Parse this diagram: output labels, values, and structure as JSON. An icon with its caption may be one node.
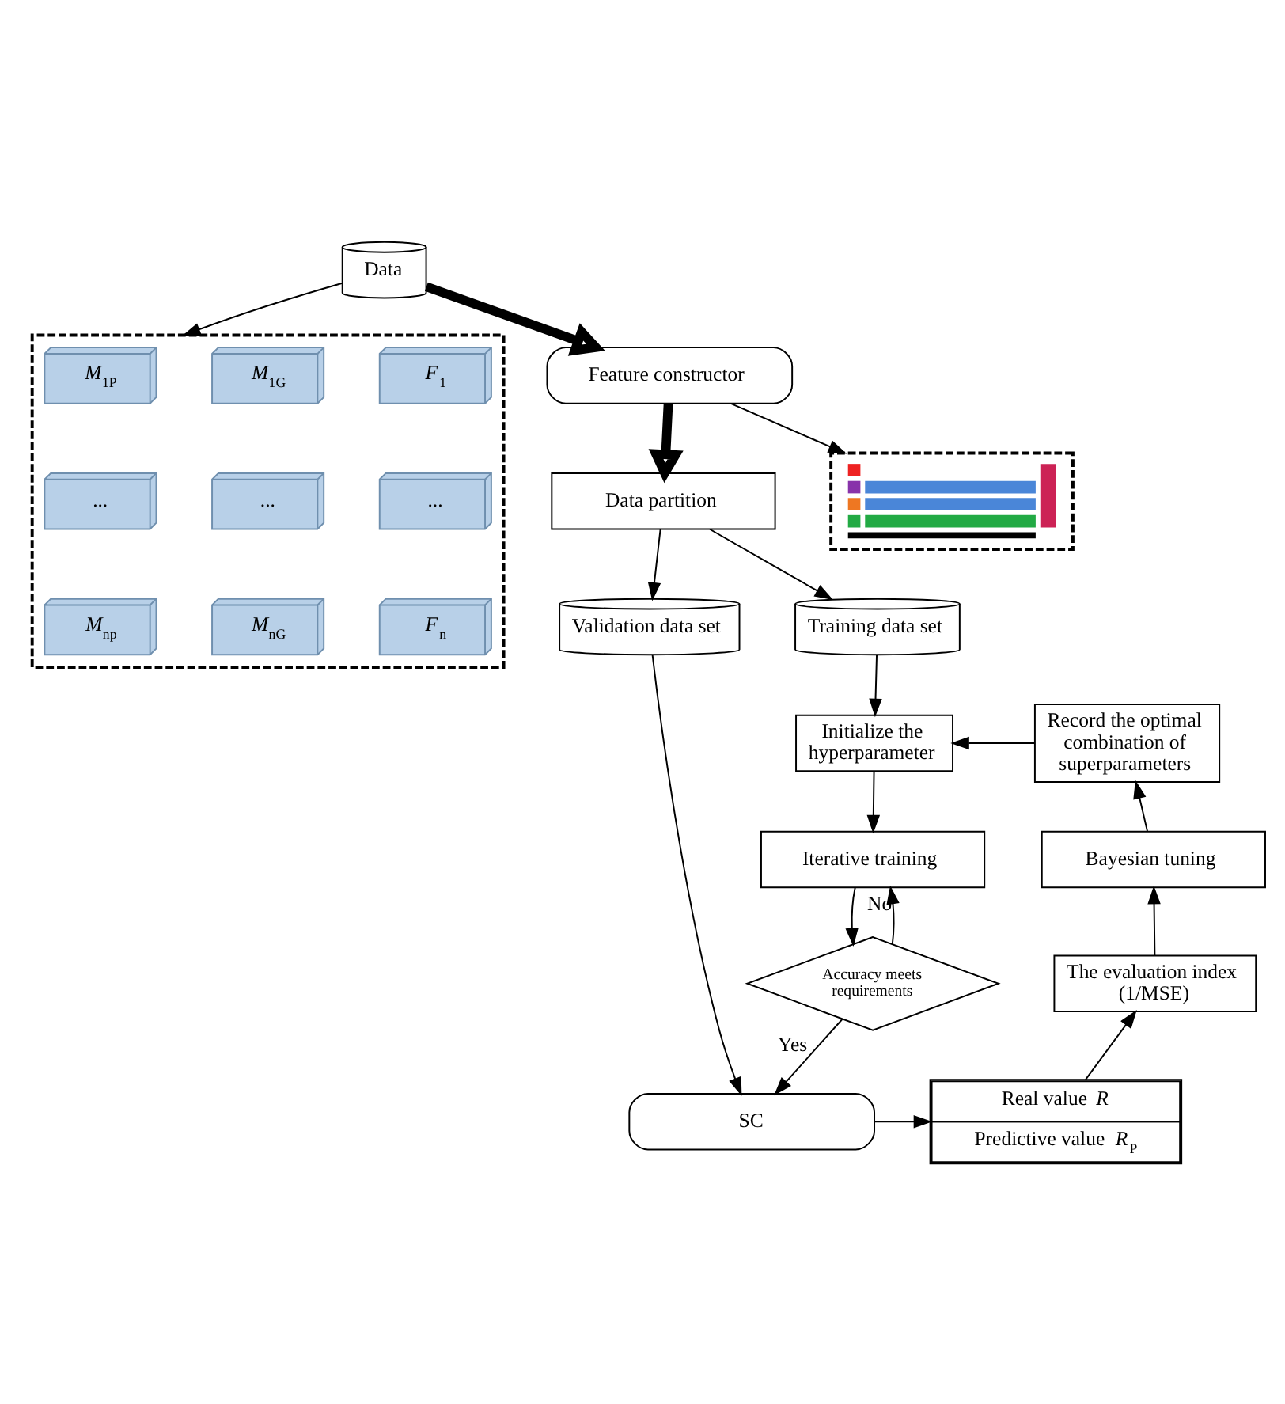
{
  "diagram": {
    "nodes": [
      {
        "text": [
          "Data"
        ]
      },
      {
        "text": [
          "Feature constructor"
        ]
      },
      {
        "text": [
          "Data partition"
        ]
      },
      {
        "text": [
          "Validation data set"
        ]
      },
      {
        "text": [
          "Training data set"
        ]
      },
      {
        "text": [
          "Initialize the hyperparameter"
        ]
      },
      {
        "text": [
          "Iterative training"
        ]
      },
      {
        "text": [
          "Accuracy meets requirements"
        ]
      },
      {
        "text": [
          "SC"
        ]
      },
      {
        "text": [
          "Real value *R*",
          "Predictive value *R*$_{P}$"
        ]
      },
      {
        "text": [
          "The evaluation index (1/MSE)"
        ]
      },
      {
        "text": [
          "Bayesian tuning"
        ]
      },
      {
        "text": [
          "Record the optimal combination of superparameters"
        ]
      },
      {
        "text": [],
        "shape": "box"
      },
      {
        "text": [
          "*M*$_{1P}$"
        ],
        "in": 13
      },
      {
        "text": [
          "*M*$_{1G}$"
        ],
        "in": 13
      },
      {
        "text": [
          "*F*$_{1}$"
        ],
        "in": 13
      },
      {
        "text": [
          "..."
        ],
        "in": 13
      },
      {
        "text": [
          "..."
        ],
        "in": 13
      },
      {
        "text": [
          "..."
        ],
        "in": 13
      },
      {
        "text": [
          "*M*$_{np}$"
        ],
        "in": 13
      },
      {
        "text": [
          "*M*$_{nG}$"
        ],
        "in": 13
      },
      {
        "text": [
          "*F*$_{n}$"
        ],
        "in": 13
      },
      {
        "text": [],
        "shape": "picture"
      }
    ],
    "edges": [
      {
        "from": 0,
        "to": 1,
        "arrow": "to",
        "style": "thick"
      },
      {
        "from": 0,
        "to": 13,
        "arrow": "to"
      },
      {
        "from": 1,
        "to": 2,
        "arrow": "to",
        "style": "thick"
      },
      {
        "from": 1,
        "to": 23,
        "arrow": "to"
      },
      {
        "from": 2,
        "to": 3,
        "arrow": "to"
      },
      {
        "from": 2,
        "to": 4,
        "arrow": "to"
      },
      {
        "from": 4,
        "to": 5,
        "arrow": "to"
      },
      {
        "from": 5,
        "to": 6,
        "arrow": "to"
      },
      {
        "from": 6,
        "to": 7,
        "arrow": "to"
      },
      {
        "from": 7,
        "to": 6,
        "label": "No",
        "arrow": "to"
      },
      {
        "from": 7,
        "to": 8,
        "label": "Yes",
        "arrow": "to"
      },
      {
        "from": 3,
        "to": 8,
        "arrow": "to"
      },
      {
        "from": 8,
        "to": 9,
        "arrow": "to"
      },
      {
        "from": 9,
        "to": 10,
        "arrow": "to"
      },
      {
        "from": 10,
        "to": 11,
        "arrow": "to"
      },
      {
        "from": 11,
        "to": 12,
        "arrow": "to"
      },
      {
        "from": 12,
        "to": 5,
        "arrow": "to"
      }
    ]
  }
}
